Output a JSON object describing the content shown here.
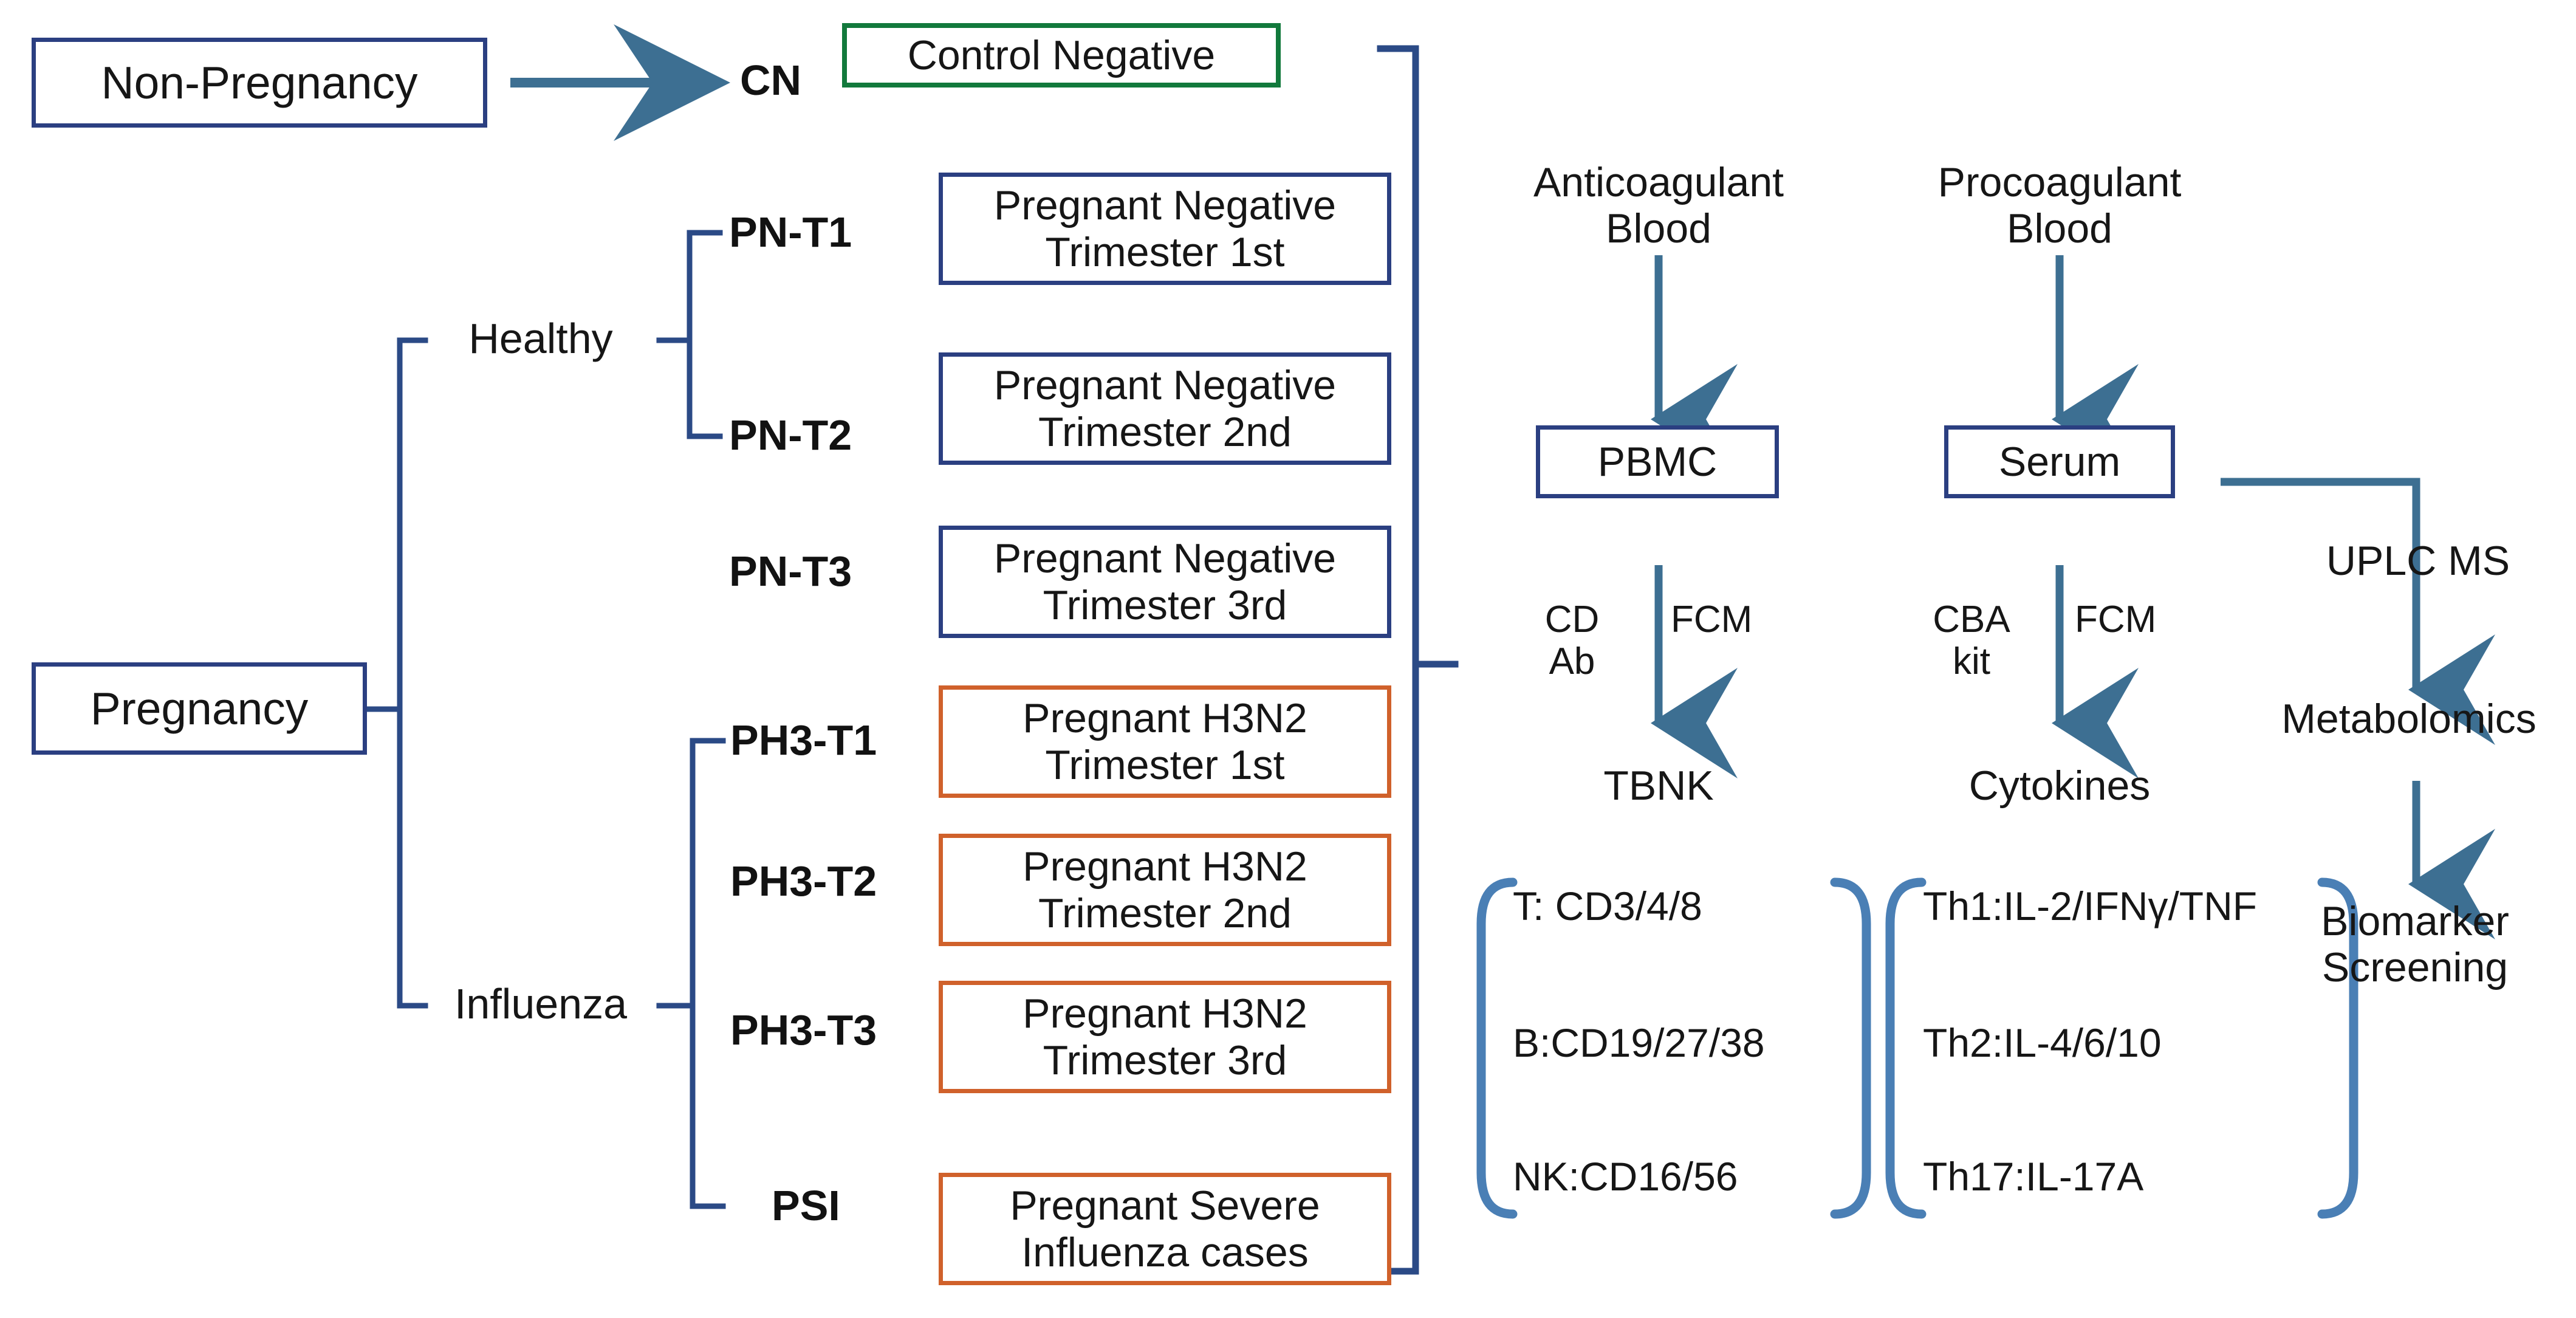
{
  "colors": {
    "blue_border": "#2b3f81",
    "green_border": "#12793c",
    "orange_border": "#d0612b",
    "connector_blue": "#3d6f92",
    "tree_line_blue": "#2b4a86",
    "bracket_blue": "#4a7fb5",
    "text": "#161616",
    "background": "#ffffff"
  },
  "cohort_tree": {
    "roots": [
      {
        "id": "non-pregnancy",
        "label": "Non-Pregnancy"
      },
      {
        "id": "pregnancy",
        "label": "Pregnancy"
      }
    ],
    "branches": [
      {
        "id": "healthy",
        "label": "Healthy"
      },
      {
        "id": "influenza",
        "label": "Influenza"
      }
    ],
    "groups": [
      {
        "code": "CN",
        "box_label": "Control Negative",
        "box_style": "green",
        "parent": "non-pregnancy"
      },
      {
        "code": "PN-T1",
        "box_label": "Pregnant Negative\nTrimester 1st",
        "box_style": "blue",
        "parent": "healthy"
      },
      {
        "code": "PN-T2",
        "box_label": "Pregnant Negative\nTrimester 2nd",
        "box_style": "blue",
        "parent": "healthy"
      },
      {
        "code": "PN-T3",
        "box_label": "Pregnant Negative\nTrimester 3rd",
        "box_style": "blue",
        "parent": "healthy"
      },
      {
        "code": "PH3-T1",
        "box_label": "Pregnant H3N2\nTrimester 1st",
        "box_style": "orange",
        "parent": "influenza"
      },
      {
        "code": "PH3-T2",
        "box_label": "Pregnant H3N2\nTrimester 2nd",
        "box_style": "orange",
        "parent": "influenza"
      },
      {
        "code": "PH3-T3",
        "box_label": "Pregnant H3N2\nTrimester 3rd",
        "box_style": "orange",
        "parent": "influenza"
      },
      {
        "code": "PSI",
        "box_label": "Pregnant Severe\nInfluenza cases",
        "box_style": "orange",
        "parent": "influenza"
      }
    ]
  },
  "workflow": {
    "columns": [
      {
        "id": "anticoagulant",
        "sample_label": "Anticoagulant\nBlood",
        "product_label": "PBMC",
        "product_boxed": true,
        "assay_reagent": "CD\nAb",
        "assay_method": "FCM",
        "readout_label": "TBNK",
        "panel_items": [
          "T: CD3/4/8",
          "B:CD19/27/38",
          "NK:CD16/56"
        ]
      },
      {
        "id": "procoagulant",
        "sample_label": "Procoagulant\nBlood",
        "product_label": "Serum",
        "product_boxed": true,
        "assay_reagent": "CBA\nkit",
        "assay_method": "FCM",
        "readout_label": "Cytokines",
        "panel_items": [
          "Th1:IL-2/IFNγ/TNF",
          "Th2:IL-4/6/10",
          "Th17:IL-17A"
        ]
      }
    ],
    "metabolomics_branch": {
      "method_label": "UPLC MS",
      "readout_label": "Metabolomics",
      "outcome_label": "Biomarker\nScreening"
    }
  }
}
